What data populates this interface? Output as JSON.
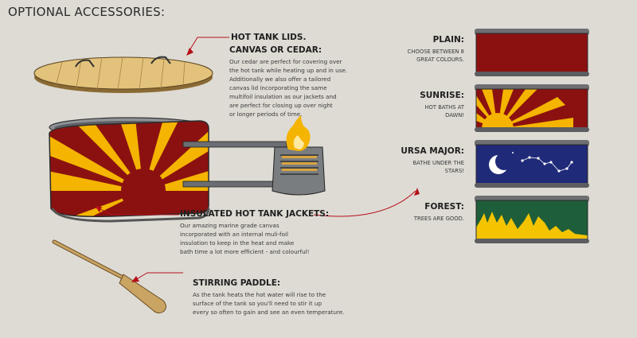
{
  "title": "OPTIONAL ACCESSORIES:",
  "lids": {
    "heading_1": "HOT TANK LIDS.",
    "heading_2": "CANVAS OR CEDAR:",
    "lines": [
      "Our cedar are perfect for covering over",
      "the hot tank while heating up and in use.",
      "Additionally we also offer a tailored",
      "canvas lid incorporating the same",
      "multifoil insulation as our jackets and",
      "are perfect for closing up over night",
      "or longer periods of time."
    ]
  },
  "jackets": {
    "heading": "INSULATED HOT TANK JACKETS:",
    "lines": [
      "Our amazing marine grade canvas",
      "incorporated with an internal muli-foil",
      "insulation to keep in the heat and make",
      "bath time a lot more efficient - and colourful!"
    ]
  },
  "paddle": {
    "heading": "STIRRING PADDLE:",
    "lines": [
      "As the tank heats the hot water will rise to the",
      "surface of the tank so you'll need to stir it up",
      "every so often to gain and see an even temperature."
    ]
  },
  "designs": [
    {
      "name": "PLAIN:",
      "lines": [
        "CHOOSE BETWEEN 8",
        "GREAT COLOURS."
      ]
    },
    {
      "name": "SUNRISE:",
      "lines": [
        "HOT BATHS AT",
        "DAWN!"
      ]
    },
    {
      "name": "URSA MAJOR:",
      "lines": [
        "BATHE UNDER THE",
        "STARS!"
      ]
    },
    {
      "name": "FOREST:",
      "lines": [
        "TREES ARE GOOD."
      ]
    }
  ],
  "colors": {
    "background": "#dedbd4",
    "red": "#8b1111",
    "yellow": "#f4b400",
    "navy": "#1f2a78",
    "green": "#1f5e3a",
    "wood": "#c9a463",
    "connector": "#b5101a"
  }
}
